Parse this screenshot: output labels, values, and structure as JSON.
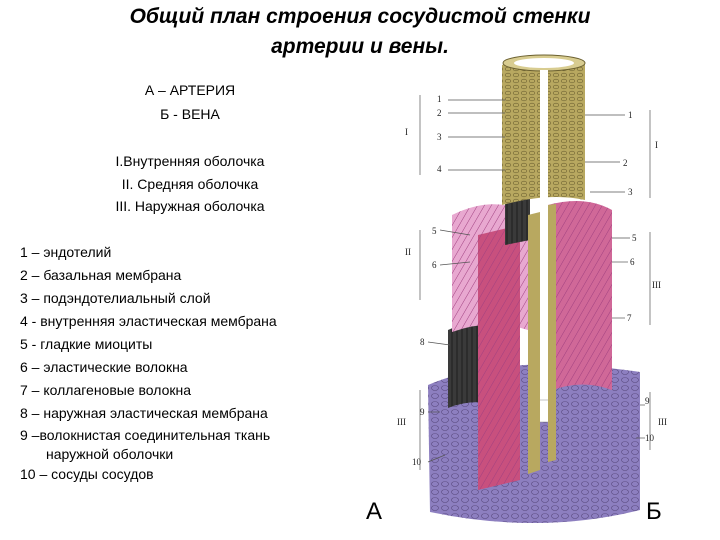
{
  "title": {
    "line1": "Общий план строения сосудистой стенки",
    "line2": "артерии и вены."
  },
  "abbreviations": {
    "artery": "А – АРТЕРИЯ",
    "vein": "Б - ВЕНА"
  },
  "layers": [
    "I.Внутренняя оболочка",
    "II. Средняя оболочка",
    "III. Наружная оболочка"
  ],
  "legend": [
    "1 – эндотелий",
    "2 – базальная мембрана",
    "3 – подэндотелиальный слой",
    "4 - внутренняя эластическая мембрана",
    "5 - гладкие миоциты",
    "6 – эластические волокна",
    "7 – коллагеновые волокна",
    "8 – наружная эластическая мембрана",
    "9 –волокнистая соединительная ткань",
    "наружной оболочки",
    "10 – сосуды сосудов"
  ],
  "bottom_labels": {
    "artery": "А",
    "vein": "Б"
  },
  "figure_labels": {
    "left_numbers": [
      "1",
      "2",
      "3",
      "4",
      "5",
      "6",
      "8",
      "9",
      "10"
    ],
    "left_roman": [
      "I",
      "II",
      "III"
    ],
    "right_numbers": [
      "1",
      "2",
      "3",
      "5",
      "6",
      "7",
      "9",
      "10"
    ],
    "right_roman": [
      "I",
      "III",
      "III"
    ]
  },
  "colors": {
    "intima_artery": "#b8a860",
    "media_artery": "#e8a8d0",
    "adventitia": "#8d7fc0",
    "vein_wall": "#d06898",
    "elastic_membrane": "#2a2a2a"
  }
}
